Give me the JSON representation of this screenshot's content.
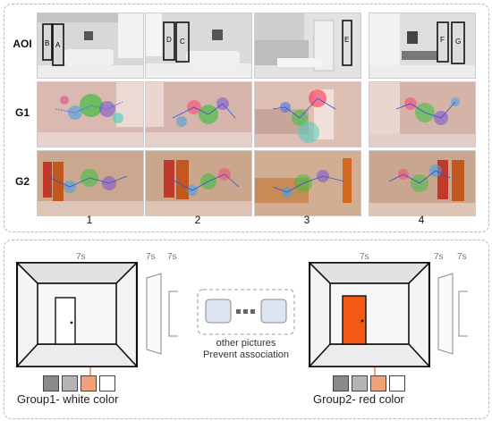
{
  "rows": [
    {
      "label": "AOI"
    },
    {
      "label": "G1"
    },
    {
      "label": "G2"
    }
  ],
  "columns": [
    {
      "label": "1",
      "aois": [
        "B",
        "A"
      ]
    },
    {
      "label": "2",
      "aois": [
        "D",
        "C"
      ]
    },
    {
      "label": "3",
      "aois": [
        "E"
      ]
    },
    {
      "label": "4",
      "aois": [
        "F",
        "G"
      ]
    }
  ],
  "durations": {
    "group1_main": "7s",
    "group1_next": "7s",
    "group1_far": "7s",
    "group2_main": "7s",
    "group2_next": "7s",
    "group2_far": "7s"
  },
  "groups": [
    {
      "caption": "Group1- white color",
      "door_color": "#ffffff",
      "swatches": [
        "#8a8a8a",
        "#b5b5b5",
        "#f2a27a",
        "#ffffff"
      ]
    },
    {
      "caption": "Group2- red color",
      "door_color": "#f25a13",
      "swatches": [
        "#8a8a8a",
        "#b5b5b5",
        "#f2a27a",
        "#ffffff"
      ]
    }
  ],
  "middle": {
    "line1": "other pictures",
    "line2": "Prevent association"
  },
  "colors": {
    "g1_tint": "#d9b9b0",
    "g2_tint": "#caa890",
    "door_red": "#f25a13",
    "room_wall": "#eeeeee"
  }
}
